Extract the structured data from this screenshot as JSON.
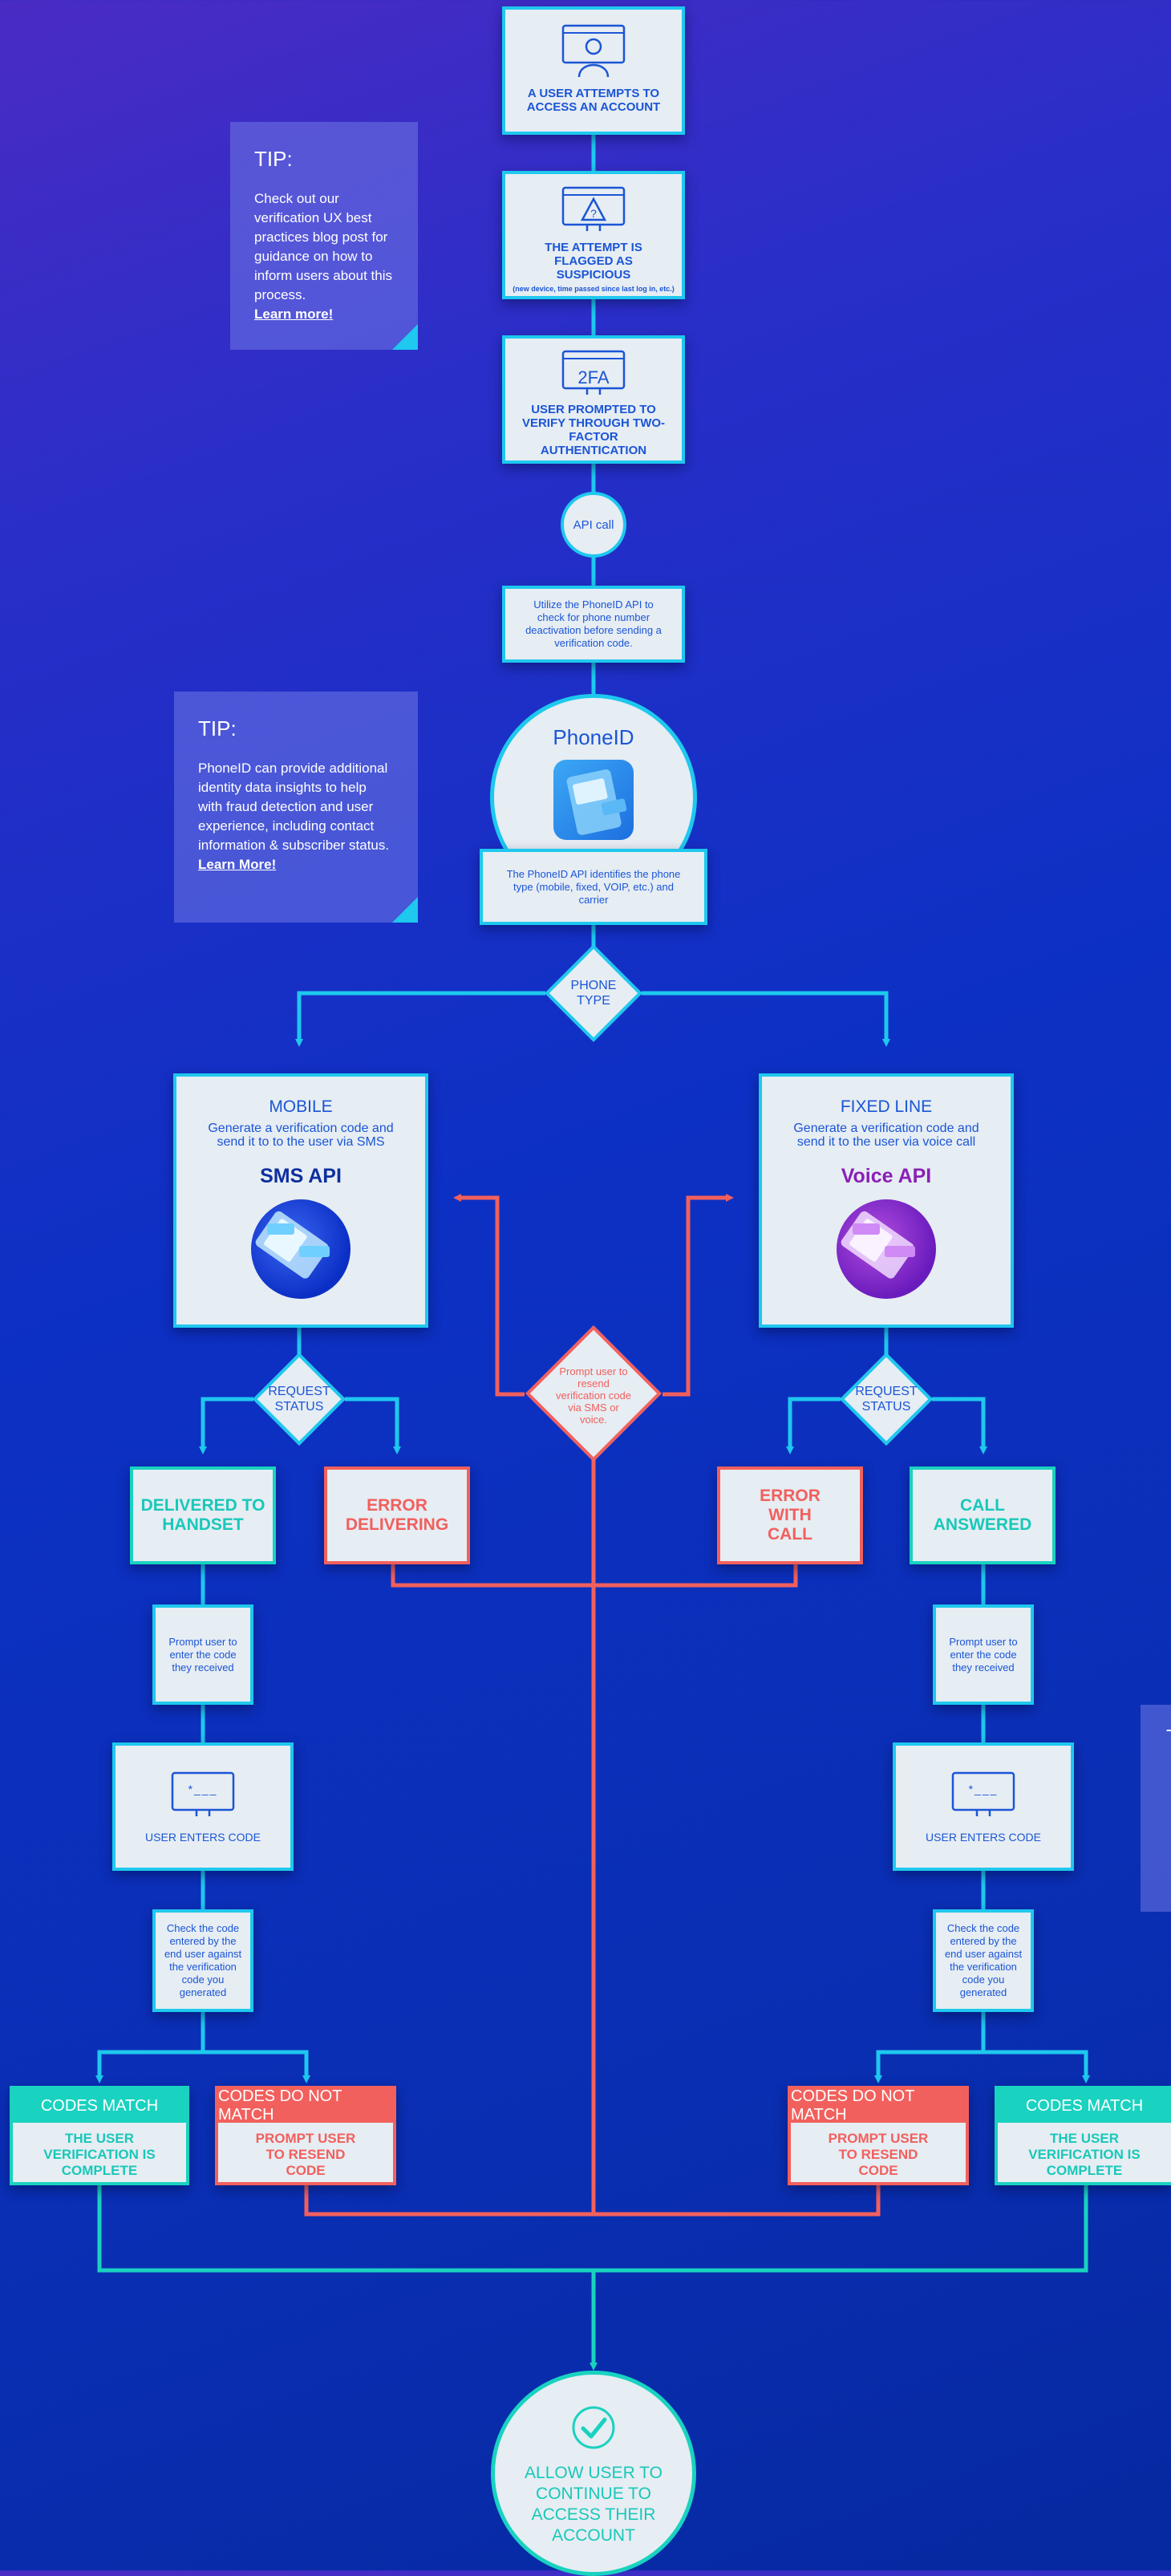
{
  "colors": {
    "line_blue": "#1ec8ee",
    "line_red": "#f2605d",
    "line_teal": "#19d2c0",
    "text_blue": "#1b55d6",
    "voice_purple": "#8a1fb6"
  },
  "steps": {
    "access": "A USER ATTEMPTS TO ACCESS AN ACCOUNT",
    "flagged": "THE ATTEMPT IS FLAGGED AS SUSPICIOUS",
    "flagged_note": "(new device, time passed since last log in, etc.)",
    "twofa_icon": "2FA",
    "prompted": "USER PROMPTED TO VERIFY THROUGH TWO-FACTOR AUTHENTICATION",
    "api_call": "API call",
    "utilize": "Utilize the PhoneID API to check for phone number deactivation before sending a verification code.",
    "phoneid_title": "PhoneID",
    "phoneid_desc": "The PhoneID API identifies the phone type (mobile, fixed, VOIP, etc.) and carrier",
    "phone_type": "PHONE TYPE"
  },
  "tips": [
    {
      "title": "TIP:",
      "body": "Check out our verification UX best practices blog post for guidance on how to inform users about this process.",
      "link": "Learn more!"
    },
    {
      "title": "TIP:",
      "body": "PhoneID can provide additional identity data insights to help with fraud detection and user experience, including contact information & subscriber status.",
      "link": "Learn More!"
    },
    {
      "title": "T",
      "body": ""
    }
  ],
  "mobile": {
    "title": "MOBILE",
    "desc": "Generate a verification code and send it to to the user via SMS",
    "api": "SMS API",
    "request_status": "REQUEST STATUS",
    "delivered": "DELIVERED TO HANDSET",
    "error": "ERROR DELIVERING",
    "prompt": "Prompt user to enter the code they received",
    "enters": "USER ENTERS CODE",
    "check": "Check the code entered by the end user against the verification code you generated",
    "match_head": "CODES MATCH",
    "match_body": "THE USER VERIFICATION IS COMPLETE",
    "nomatch_head": "CODES DO NOT MATCH",
    "nomatch_body": "PROMPT USER TO RESEND CODE"
  },
  "fixed": {
    "title": "FIXED LINE",
    "desc": "Generate a verification code and send it to the user via voice call",
    "api": "Voice API",
    "request_status": "REQUEST STATUS",
    "answered": "CALL ANSWERED",
    "error": "ERROR WITH CALL",
    "prompt": "Prompt user to enter the code they received",
    "enters": "USER ENTERS CODE",
    "check": "Check the code entered by the end user against the verification code you generated",
    "match_head": "CODES MATCH",
    "match_body": "THE USER VERIFICATION IS COMPLETE",
    "nomatch_head": "CODES DO NOT MATCH",
    "nomatch_body": "PROMPT USER TO RESEND CODE"
  },
  "resend": "Prompt user to resend verification code via SMS or voice.",
  "final": "ALLOW USER TO CONTINUE TO ACCESS THEIR ACCOUNT",
  "code_placeholder": "*___"
}
